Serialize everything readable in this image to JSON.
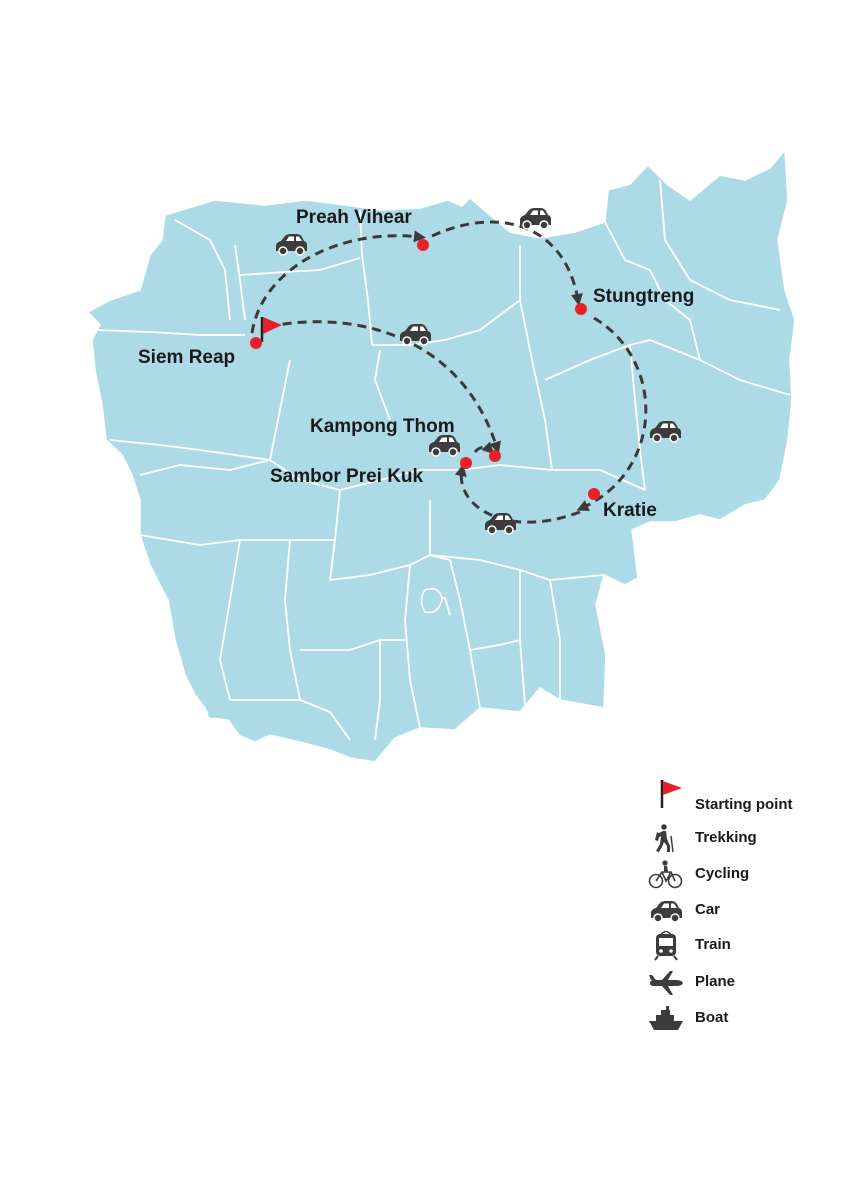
{
  "colors": {
    "land": "#acdbe7",
    "border": "#ffffff",
    "route": "#3a3a3a",
    "stop": "#e8202a",
    "flag": "#e8202a",
    "icon": "#3c3c3c"
  },
  "map": {
    "cities": [
      {
        "name": "Siem Reap"
      },
      {
        "name": "Preah Vihear"
      },
      {
        "name": "Stungtreng"
      },
      {
        "name": "Kratie"
      },
      {
        "name": "Kampong Thom"
      },
      {
        "name": "Sambor Prei Kuk"
      }
    ]
  },
  "legend": {
    "items": [
      {
        "label": "Starting point",
        "icon": "flag-icon"
      },
      {
        "label": "Trekking",
        "icon": "hiker-icon"
      },
      {
        "label": "Cycling",
        "icon": "bicycle-icon"
      },
      {
        "label": "Car",
        "icon": "car-icon"
      },
      {
        "label": "Train",
        "icon": "train-icon"
      },
      {
        "label": "Plane",
        "icon": "plane-icon"
      },
      {
        "label": "Boat",
        "icon": "boat-icon"
      }
    ]
  }
}
